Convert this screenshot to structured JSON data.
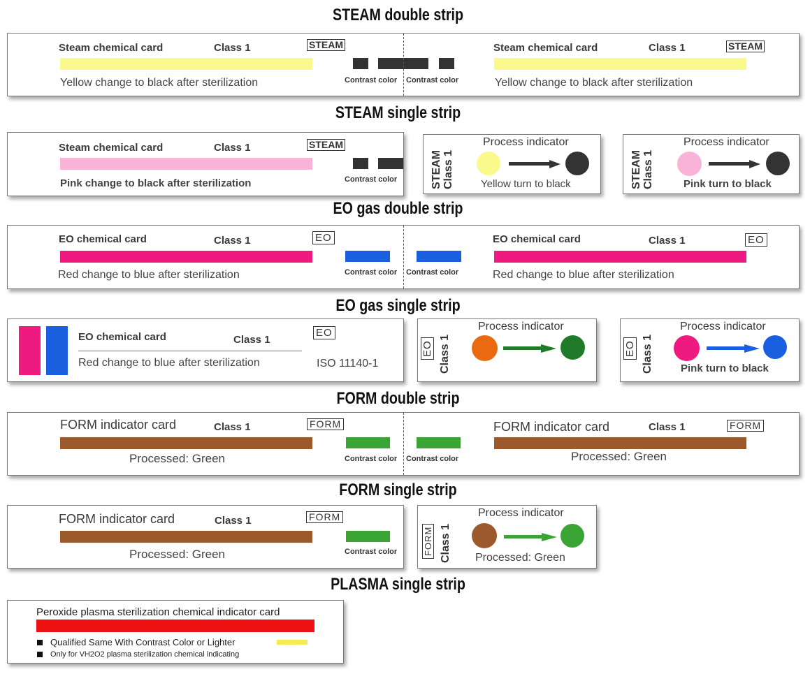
{
  "titles": {
    "steam_double": "STEAM double strip",
    "steam_single": "STEAM single strip",
    "eo_double": "EO gas double strip",
    "eo_single": "EO gas single strip",
    "form_double": "FORM double strip",
    "form_single": "FORM single strip",
    "plasma_single": "PLASMA single strip"
  },
  "common": {
    "class1": "Class 1",
    "contrast_color": "Contrast color",
    "process_indicator": "Process indicator",
    "steam_tag": "STEAM",
    "eo_tag": "EO",
    "form_tag": "FORM"
  },
  "steam": {
    "card_label": "Steam chemical card",
    "yellow_desc": "Yellow change to black after sterilization",
    "pink_desc": "Pink change to black after sterilization",
    "yellow_turn": "Yellow turn to black",
    "pink_turn": "Pink turn to black"
  },
  "eo": {
    "card_label": "EO chemical card",
    "desc": "Red change to blue after sterilization",
    "iso": "ISO 11140-1",
    "pink_turn": "Pink turn to black"
  },
  "form": {
    "card_label": "FORM indicator card",
    "processed": "Processed: Green"
  },
  "plasma": {
    "card_label": "Peroxide plasma sterilization chemical indicator card",
    "note1": "Qualified Same With Contrast Color or Lighter",
    "note2": "Only for VH2O2 plasma sterilization chemical indicating"
  },
  "colors": {
    "steam_yellow": "#fafa8c",
    "steam_pink": "#f9b3d8",
    "black_block": "#333333",
    "eo_magenta": "#ee1a7f",
    "eo_blue": "#1a5fe0",
    "form_brown": "#9c5a2c",
    "form_green": "#3aa535",
    "plasma_red": "#ee1111",
    "plasma_yellow": "#f5ec55",
    "orange": "#ea6a10",
    "dark_green": "#1f7a2a"
  }
}
